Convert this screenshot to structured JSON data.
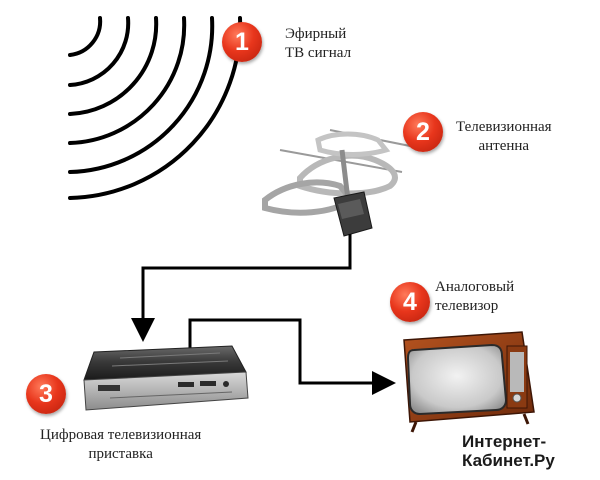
{
  "steps": [
    {
      "number": "1",
      "line1": "Эфирный",
      "line2": "ТВ сигнал"
    },
    {
      "number": "2",
      "line1": "Телевизионная",
      "line2": "антенна"
    },
    {
      "number": "3",
      "line1": "Цифровая телевизионная",
      "line2": "приставка"
    },
    {
      "number": "4",
      "line1": "Аналоговый",
      "line2": "телевизор"
    }
  ],
  "watermark": {
    "line1": "Интернет-",
    "line2": "Кабинет.Ру"
  },
  "colors": {
    "badge": "#e8361c",
    "signal_waves": "#000000",
    "cable": "#000000"
  }
}
